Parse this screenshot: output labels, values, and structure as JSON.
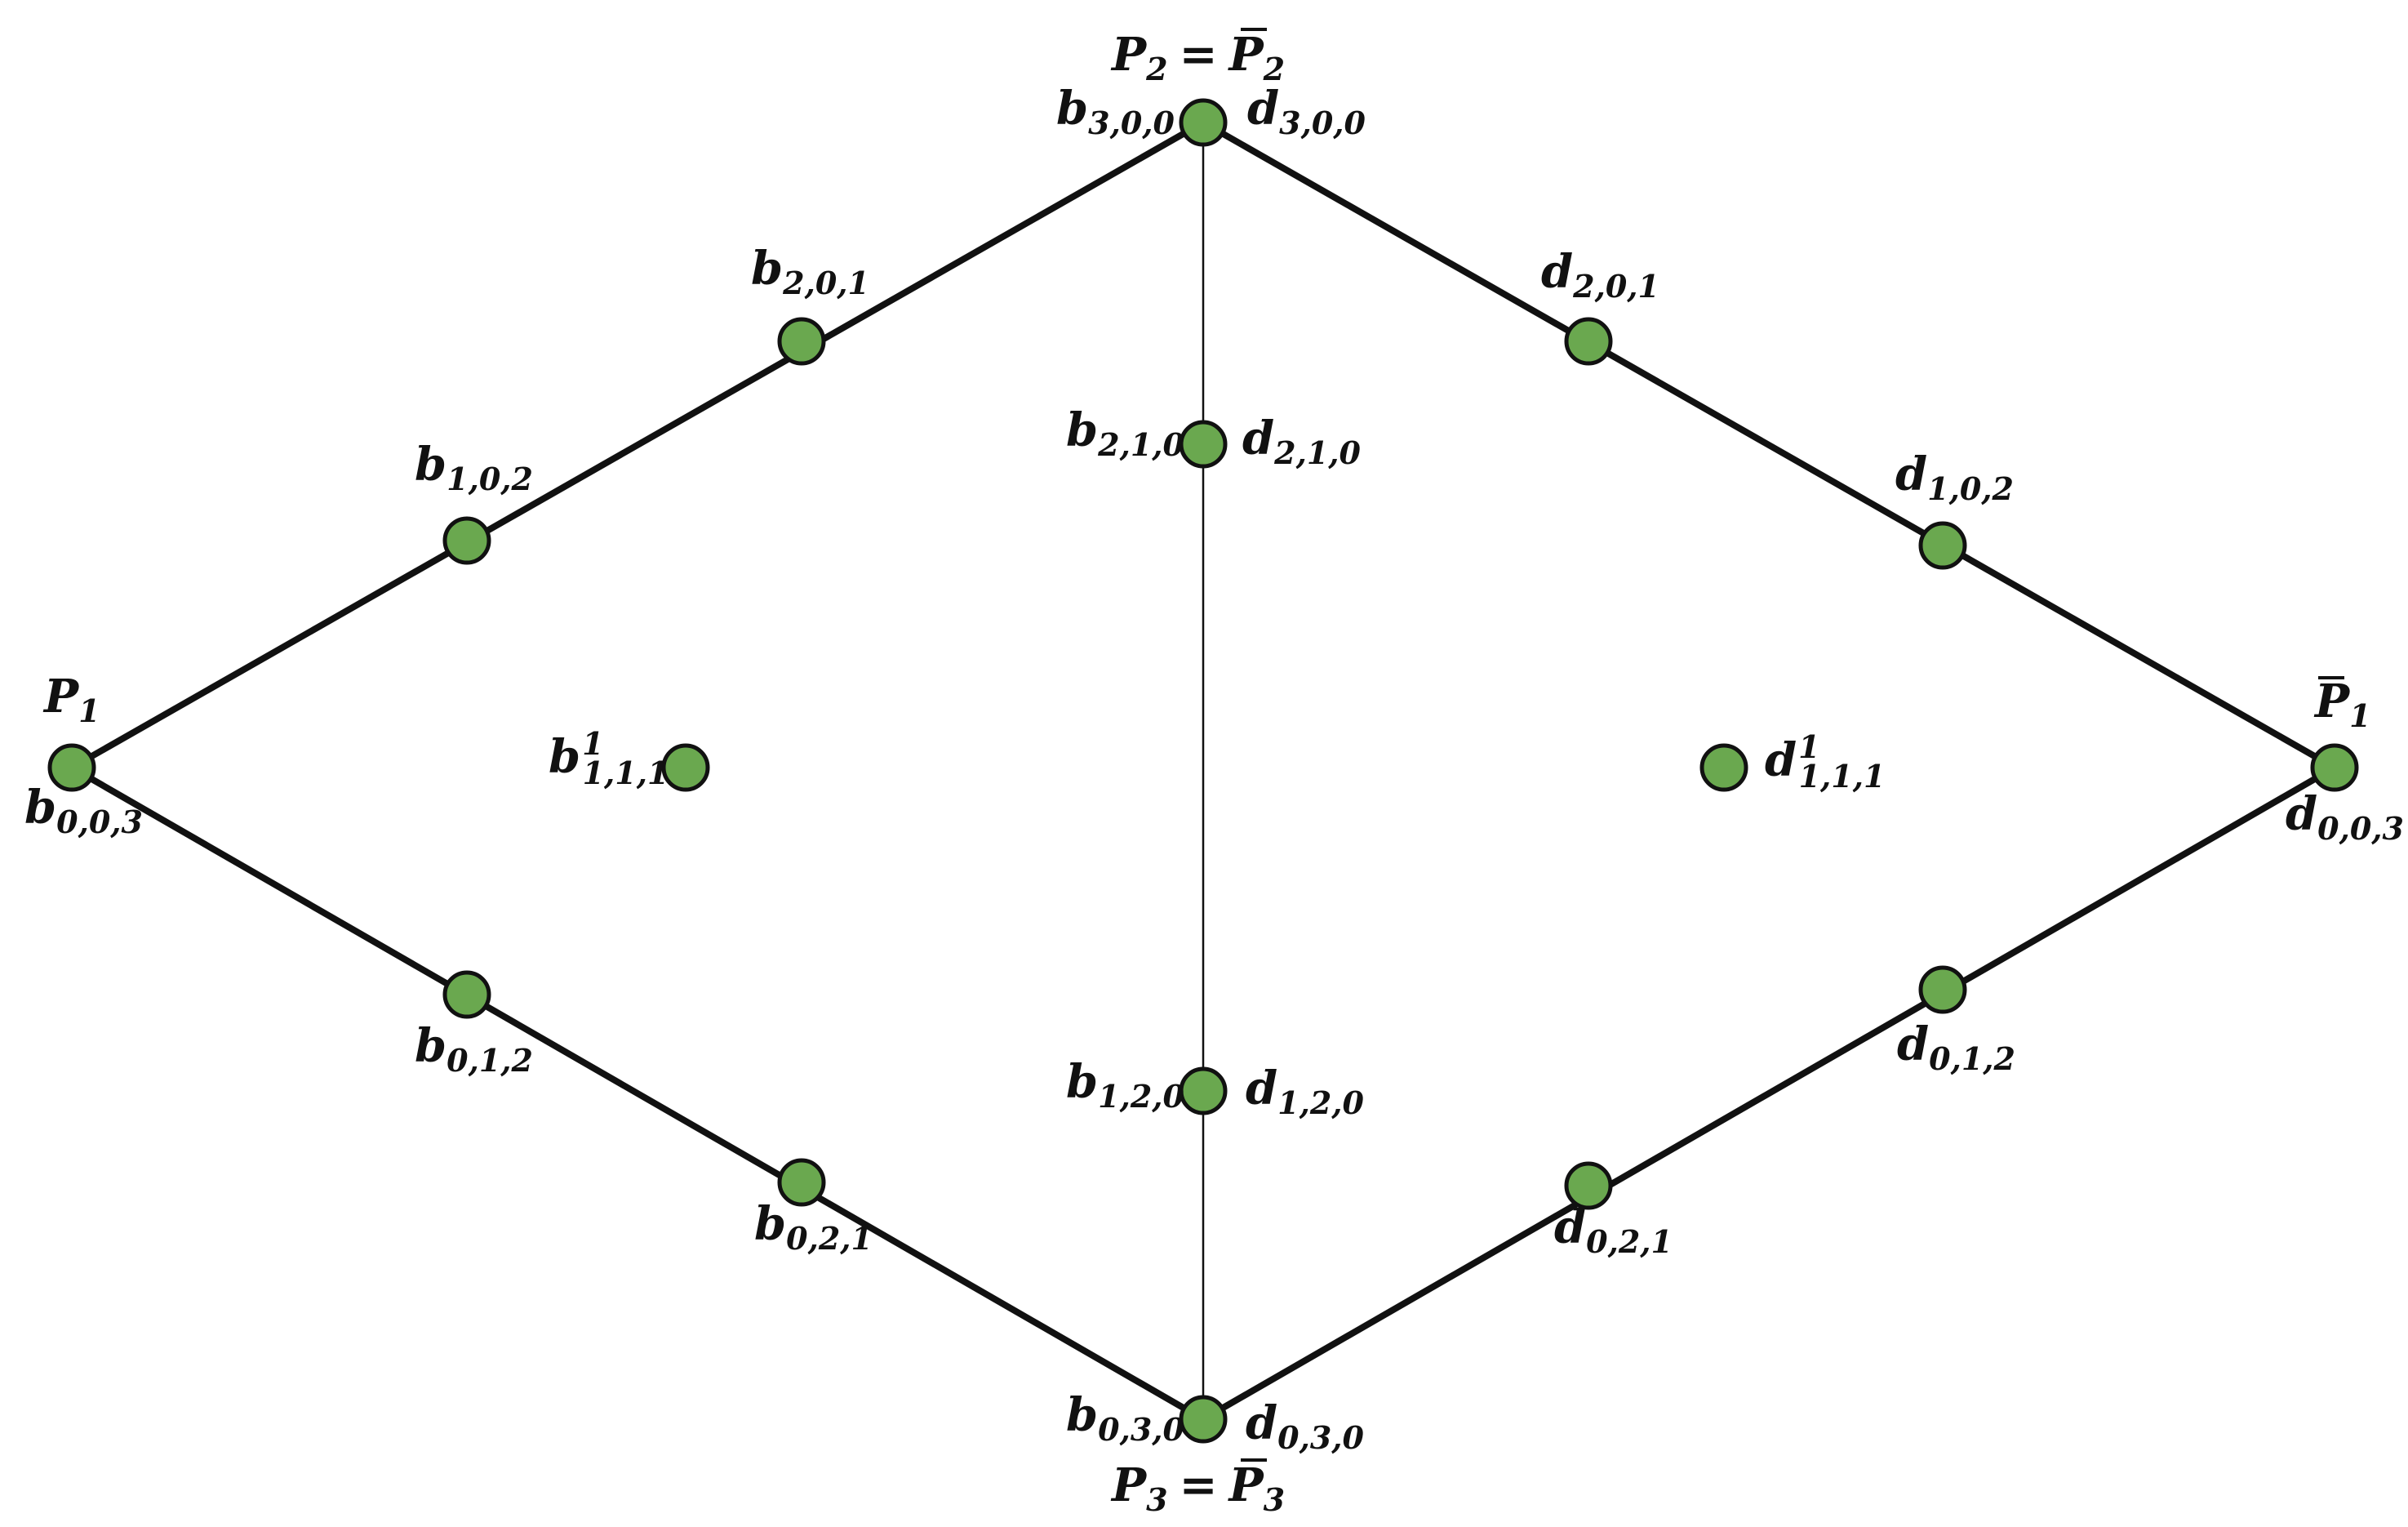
{
  "colors": {
    "node_fill": "#6aa84f",
    "line": "#111111"
  },
  "points": {
    "b003": {
      "base": "b",
      "sub": "0,0,3"
    },
    "b012": {
      "base": "b",
      "sub": "0,1,2"
    },
    "b021": {
      "base": "b",
      "sub": "0,2,1"
    },
    "b030": {
      "base": "b",
      "sub": "0,3,0"
    },
    "b102": {
      "base": "b",
      "sub": "1,0,2"
    },
    "b111": {
      "base": "b",
      "sub": "1,1,1",
      "sup": "1"
    },
    "b120": {
      "base": "b",
      "sub": "1,2,0"
    },
    "b201": {
      "base": "b",
      "sub": "2,0,1"
    },
    "b210": {
      "base": "b",
      "sub": "2,1,0"
    },
    "b300": {
      "base": "b",
      "sub": "3,0,0"
    },
    "d003": {
      "base": "d",
      "sub": "0,0,3"
    },
    "d012": {
      "base": "d",
      "sub": "0,1,2"
    },
    "d021": {
      "base": "d",
      "sub": "0,2,1"
    },
    "d030": {
      "base": "d",
      "sub": "0,3,0"
    },
    "d102": {
      "base": "d",
      "sub": "1,0,2"
    },
    "d111": {
      "base": "d",
      "sub": "1,1,1",
      "sup": "1"
    },
    "d120": {
      "base": "d",
      "sub": "1,2,0"
    },
    "d201": {
      "base": "d",
      "sub": "2,0,1"
    },
    "d210": {
      "base": "d",
      "sub": "2,1,0"
    },
    "d300": {
      "base": "d",
      "sub": "3,0,0"
    }
  },
  "vertices": {
    "p1": {
      "base": "P",
      "sub": "1"
    },
    "p1bar": {
      "base": "P",
      "sub": "1",
      "bar": true
    },
    "p2": {
      "left": "P",
      "left_sub": "2",
      "eq": "=",
      "right": "P",
      "right_sub": "2",
      "right_bar": true
    },
    "p3": {
      "left": "P",
      "left_sub": "3",
      "eq": "=",
      "right": "P",
      "right_sub": "3",
      "right_bar": true
    }
  }
}
